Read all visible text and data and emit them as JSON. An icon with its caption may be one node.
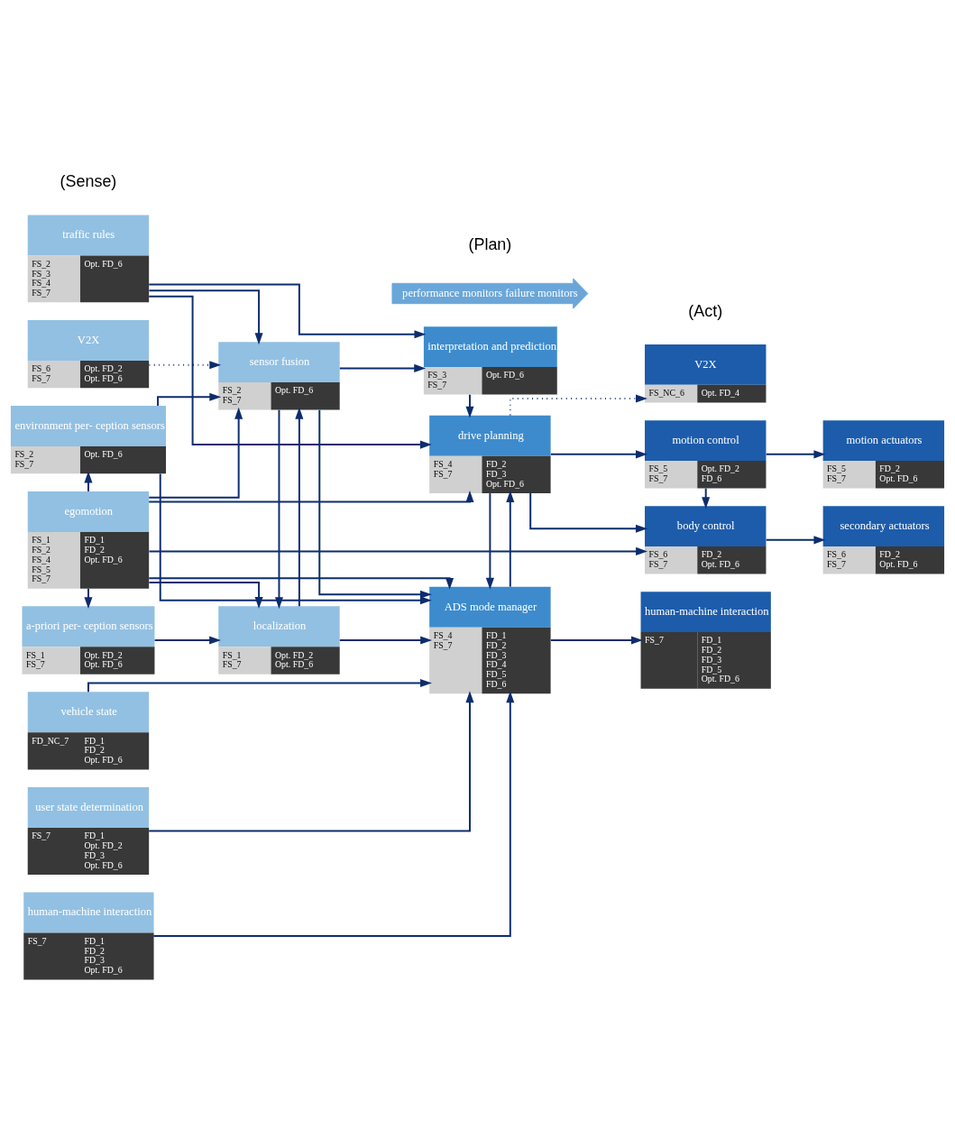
{
  "diagram": {
    "nodes": [
      {
        "text": [
          "traffic rules",
          "FS_2 FS_3 FS_4 FS_7",
          "Opt. FD_6"
        ]
      },
      {
        "text": [
          "V2X",
          "FS_6 FS_7",
          "Opt. FD_2 Opt. FD_6"
        ]
      },
      {
        "text": [
          "environment per- ception sensors",
          "FS_2 FS_7",
          "Opt. FD_6"
        ]
      },
      {
        "text": [
          "a-priori per- ception sensors",
          "FS_1 FS_7",
          "Opt. FD_2 Opt. FD_6"
        ]
      },
      {
        "text": [
          "egomotion",
          "FS_1 FS_2 FS_4 FS_5 FS_7",
          "FD_1 FD_2 Opt. FD_6"
        ]
      },
      {
        "text": [
          "vehicle state",
          "FD_NC_7",
          "FD_1 FD_2 Opt. FD_6"
        ]
      },
      {
        "text": [
          "user state determination",
          "FS_7",
          "FD_1 Opt. FD_2 FD_3 Opt. FD_6"
        ]
      },
      {
        "text": [
          "human-machine interaction",
          "FS_7",
          "FD_1 FD_2 FD_3 Opt. FD_6"
        ]
      },
      {
        "text": [
          "sensor fusion",
          "FS_2 FS_7",
          "Opt. FD_6"
        ]
      },
      {
        "text": [
          "localization",
          "FS_1 FS_7",
          "Opt. FD_2 Opt. FD_6"
        ]
      },
      {
        "text": [
          "interpretation and prediction",
          "FS_3 FS_7",
          "Opt. FD_6"
        ]
      },
      {
        "text": [
          "drive planning",
          "FS_4 FS_7",
          "FD_2 FD_3 Opt. FD_6"
        ]
      },
      {
        "text": [
          "ADS mode manager",
          "FS_4 FS_7",
          "FD_1 FD_2 FD_3 FD_4 FD_5 FD_6"
        ]
      },
      {
        "text": [
          "performance monitors failure monitors"
        ]
      },
      {
        "text": [
          "V2X",
          "FS_NC_6",
          "Opt. FD_4"
        ]
      },
      {
        "text": [
          "motion control",
          "FS_5 FS_7",
          "Opt. FD_2 FD_6"
        ]
      },
      {
        "text": [
          "motion actuators",
          "FS_5 FS_7",
          "FD_2 Opt. FD_6"
        ]
      },
      {
        "text": [
          "body control",
          "FS_6 FS_7",
          "FD_2 Opt. FD_6"
        ]
      },
      {
        "text": [
          "secondary actuators",
          "FS_6 FS_7",
          "FD_2 Opt. FD_6"
        ]
      },
      {
        "text": [
          "human-machine interaction",
          "FS_7",
          "FD_1 FD_2 FD_3 FD_5 Opt. FD_6"
        ]
      }
    ],
    "edges": [
      {
        "from": 0,
        "to": 8,
        "arrow": "to"
      },
      {
        "from": 0,
        "to": 10,
        "arrow": "to"
      },
      {
        "from": 0,
        "to": 11,
        "arrow": "to"
      },
      {
        "from": 1,
        "to": 8,
        "arrow": "to",
        "style": "dashed"
      },
      {
        "from": 2,
        "to": 8,
        "arrow": "to"
      },
      {
        "from": 2,
        "to": 12,
        "arrow": "to"
      },
      {
        "from": 4,
        "to": 2,
        "arrow": "to"
      },
      {
        "from": 4,
        "to": 3,
        "arrow": "to"
      },
      {
        "from": 4,
        "to": 8,
        "arrow": "to"
      },
      {
        "from": 4,
        "to": 9,
        "arrow": "to"
      },
      {
        "from": 4,
        "to": 11,
        "arrow": "to"
      },
      {
        "from": 4,
        "to": 17,
        "arrow": "to"
      },
      {
        "from": 4,
        "to": 12,
        "arrow": "to"
      },
      {
        "from": 3,
        "to": 9,
        "arrow": "to"
      },
      {
        "from": 8,
        "to": 10,
        "arrow": "to"
      },
      {
        "from": 8,
        "to": 9,
        "arrow": "to"
      },
      {
        "from": 8,
        "to": 12,
        "arrow": "to"
      },
      {
        "from": 9,
        "to": 8,
        "arrow": "to"
      },
      {
        "from": 9,
        "to": 12,
        "arrow": "to"
      },
      {
        "from": 10,
        "to": 11,
        "arrow": "to"
      },
      {
        "from": 12,
        "to": 11,
        "arrow": "to"
      },
      {
        "from": 11,
        "to": 12,
        "arrow": "to"
      },
      {
        "from": 11,
        "to": 14,
        "arrow": "to",
        "style": "dashed"
      },
      {
        "from": 11,
        "to": 15,
        "arrow": "to"
      },
      {
        "from": 11,
        "to": 17,
        "arrow": "to"
      },
      {
        "from": 15,
        "to": 16,
        "arrow": "to"
      },
      {
        "from": 15,
        "to": 17,
        "arrow": "to"
      },
      {
        "from": 17,
        "to": 18,
        "arrow": "to"
      },
      {
        "from": 12,
        "to": 19,
        "arrow": "to"
      },
      {
        "from": 5,
        "to": 12,
        "arrow": "to"
      },
      {
        "from": 6,
        "to": 12,
        "arrow": "to"
      },
      {
        "from": 7,
        "to": 12,
        "arrow": "to"
      }
    ],
    "labels": [
      "(Sense)",
      "(Plan)",
      "(Act)"
    ]
  }
}
